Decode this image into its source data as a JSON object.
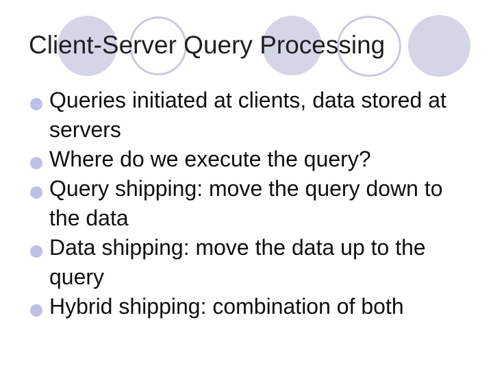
{
  "slide": {
    "title": "Client-Server Query Processing",
    "bullets": [
      "Queries initiated at clients, data stored at servers",
      "Where do we execute the query?",
      "Query shipping: move the query down to the data",
      "Data shipping: move the data up to the query",
      "Hybrid shipping: combination of both"
    ],
    "decor": {
      "circle_pattern": [
        "filled",
        "outlined",
        "filled",
        "outlined",
        "filled"
      ]
    },
    "colors": {
      "background": "#FFFFFF",
      "circle_fill": "#D5D5E8",
      "circle_outline": "#C9C9DE",
      "bullet": "#BFBFE8",
      "title_text": "#1F1F1F",
      "body_text": "#0F0F0F"
    }
  }
}
